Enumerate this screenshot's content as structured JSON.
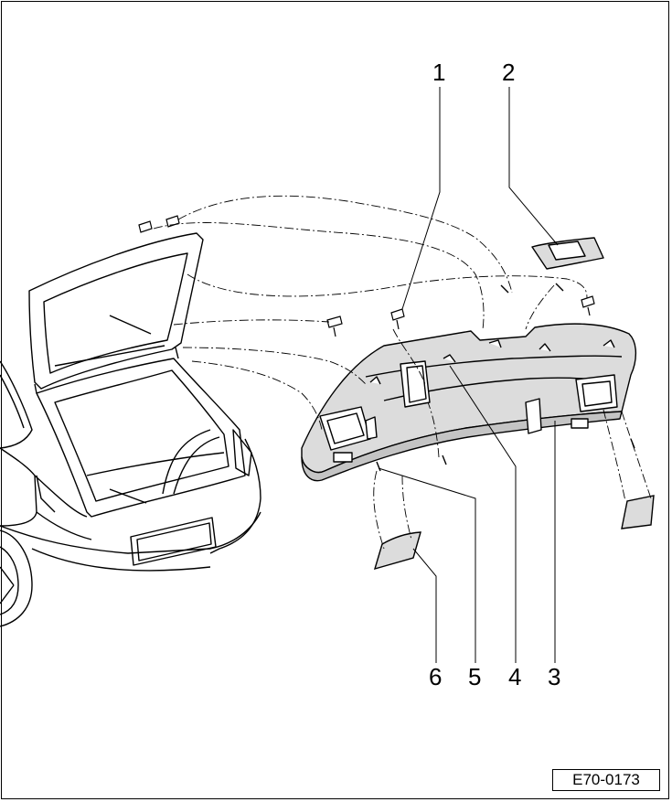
{
  "callouts": {
    "c1": "1",
    "c2": "2",
    "c3": "3",
    "c4": "4",
    "c5": "5",
    "c6": "6"
  },
  "figure_code": "E70-0173",
  "colors": {
    "line": "#000000",
    "trim_fill": "#dcdcdc",
    "trim_shade": "#c4c4c4",
    "background": "#ffffff"
  }
}
